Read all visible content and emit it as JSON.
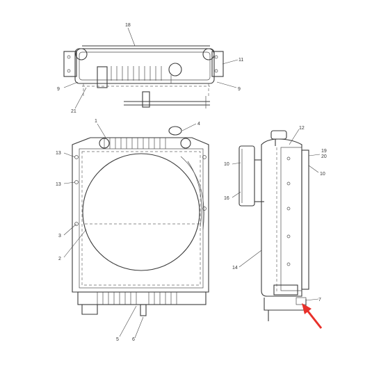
{
  "callouts": [
    {
      "id": "c18",
      "text": "18"
    },
    {
      "id": "c11",
      "text": "11"
    },
    {
      "id": "c9a",
      "text": "9"
    },
    {
      "id": "c9b",
      "text": "9"
    },
    {
      "id": "c21",
      "text": "21"
    },
    {
      "id": "c1",
      "text": "1"
    },
    {
      "id": "c4",
      "text": "4"
    },
    {
      "id": "c13a",
      "text": "13"
    },
    {
      "id": "c13b",
      "text": "13"
    },
    {
      "id": "c3",
      "text": "3"
    },
    {
      "id": "c2",
      "text": "2"
    },
    {
      "id": "c5",
      "text": "5"
    },
    {
      "id": "c6",
      "text": "6"
    },
    {
      "id": "c12",
      "text": "12"
    },
    {
      "id": "c10a",
      "text": "10"
    },
    {
      "id": "c19",
      "text": "19"
    },
    {
      "id": "c20",
      "text": "20"
    },
    {
      "id": "c10b",
      "text": "10"
    },
    {
      "id": "c16",
      "text": "16"
    },
    {
      "id": "c14",
      "text": "14"
    },
    {
      "id": "c7",
      "text": "7"
    }
  ],
  "colors": {
    "line": "#3a3a3a",
    "arrow": "#e8302a",
    "background": "#ffffff"
  }
}
